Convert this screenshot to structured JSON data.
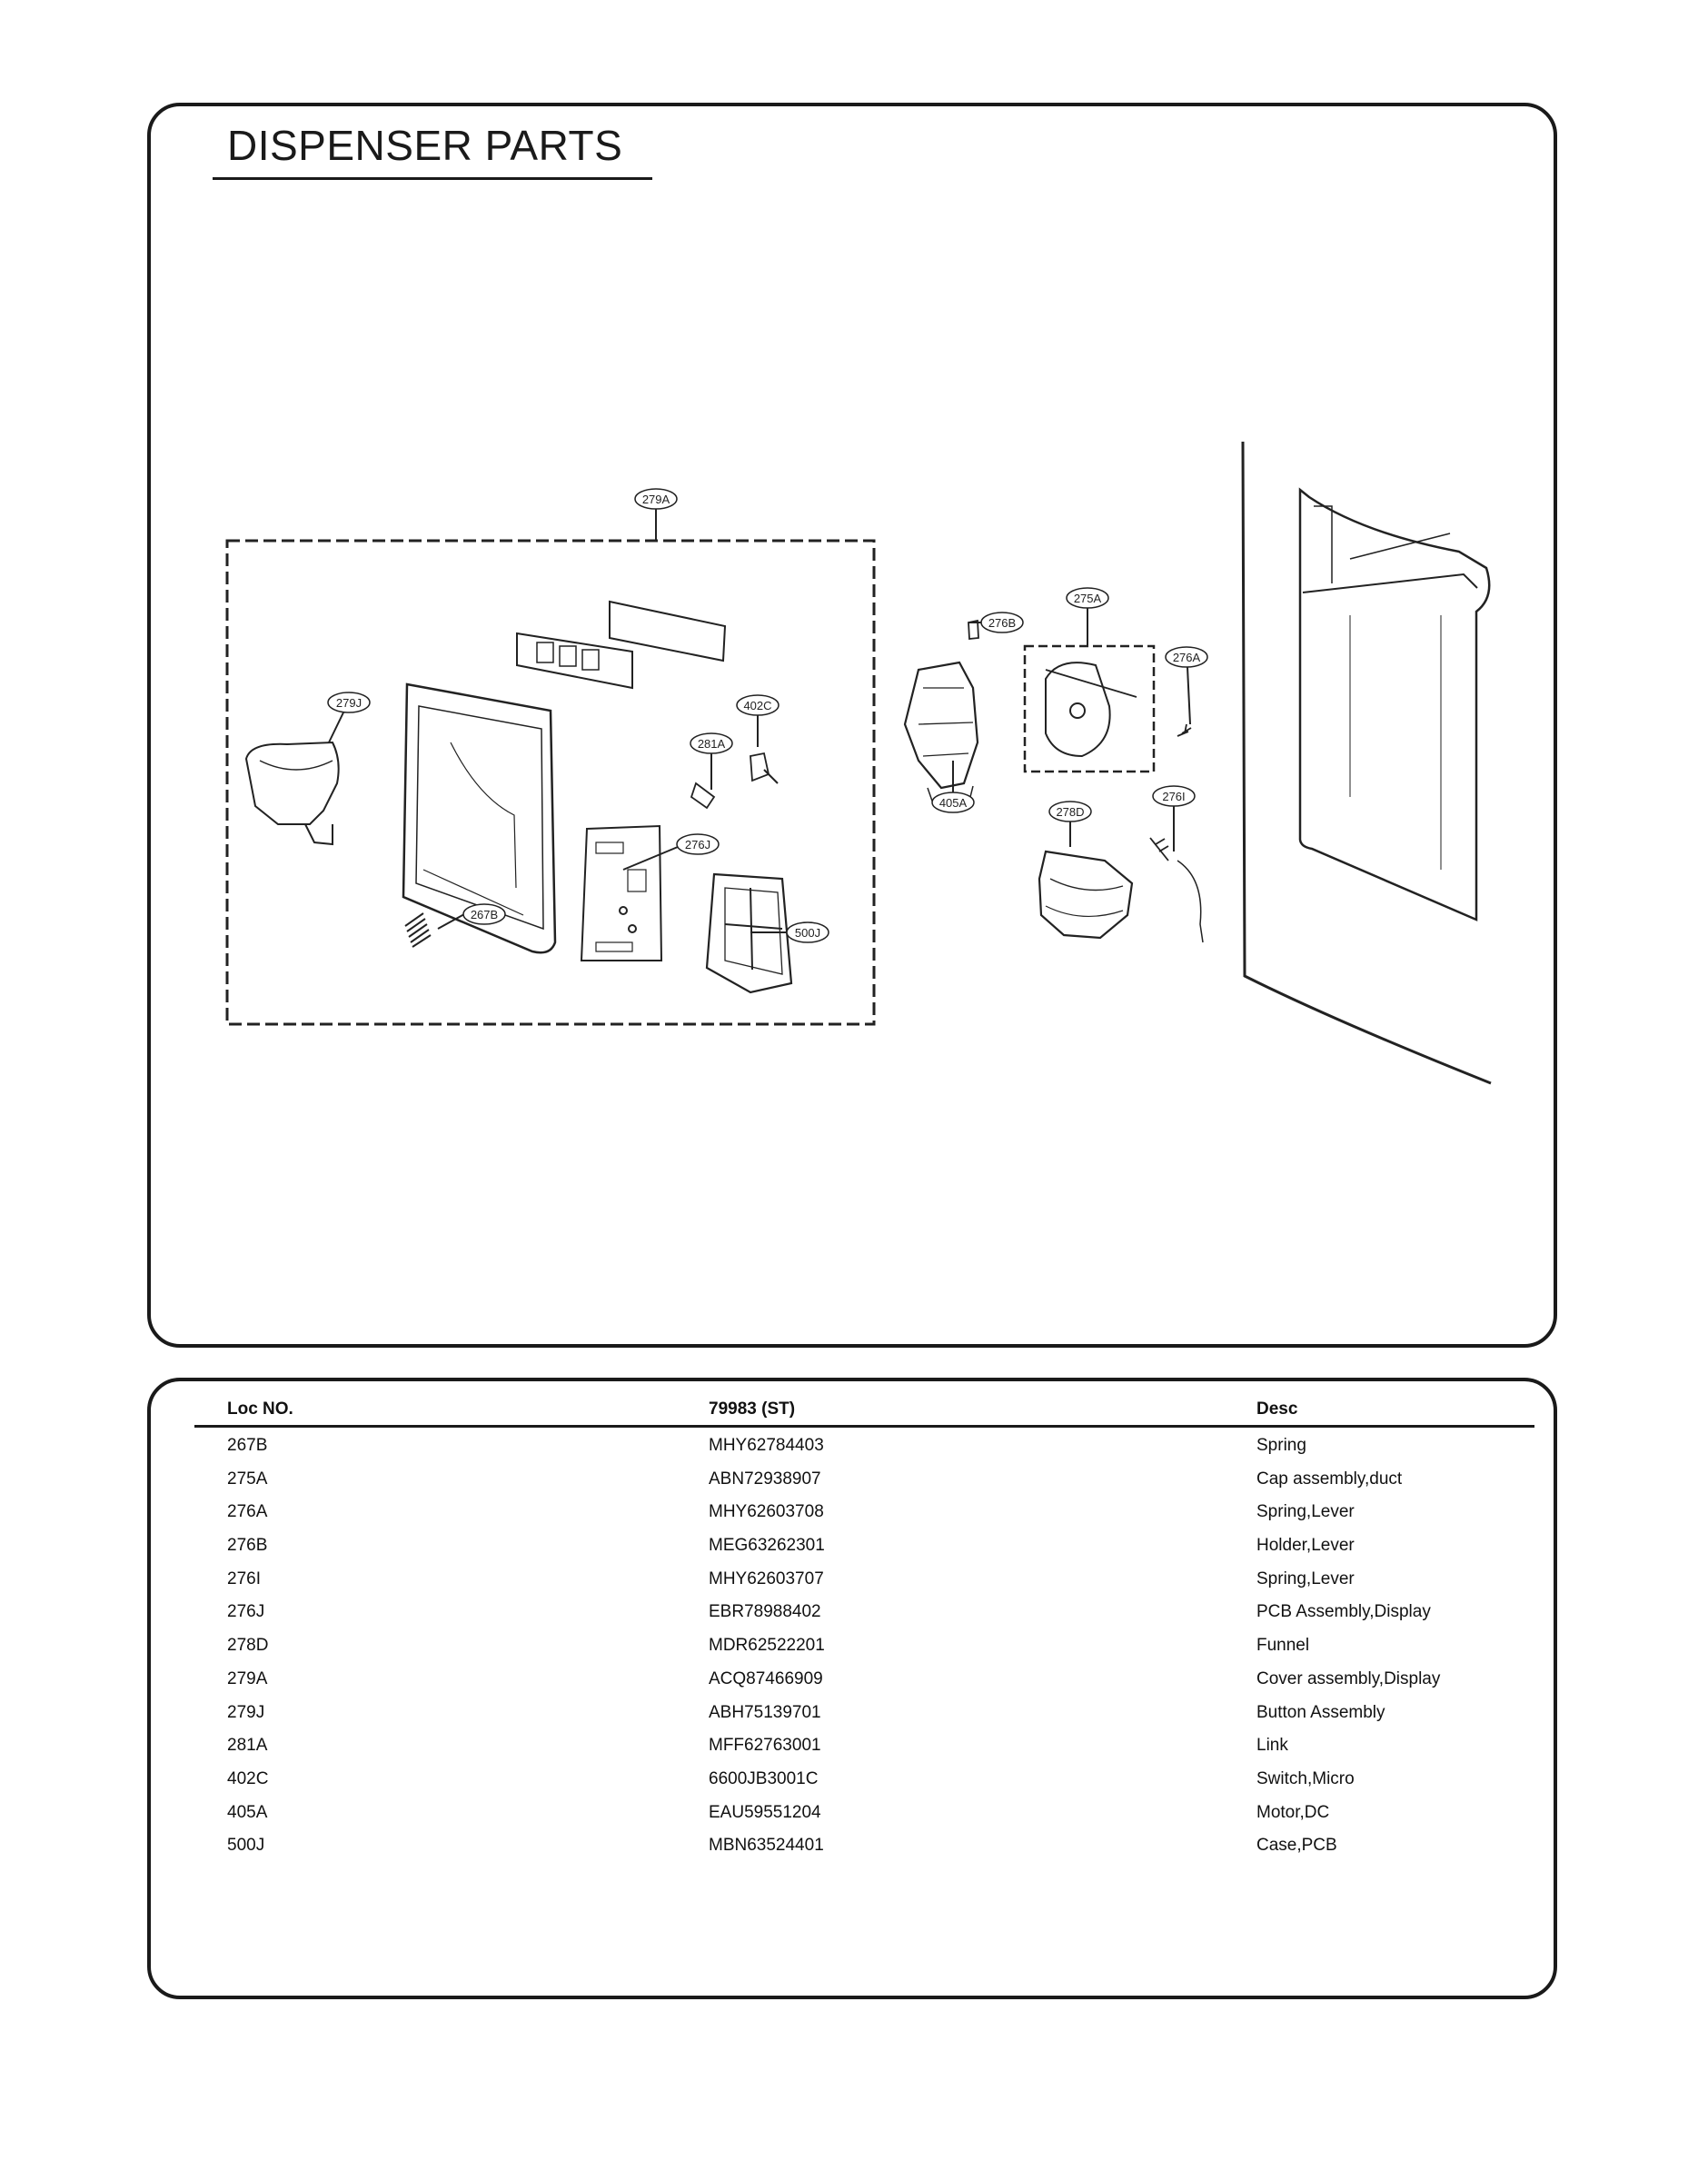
{
  "page": {
    "title": "DISPENSER PARTS"
  },
  "diagram": {
    "callouts": {
      "c279A": "279A",
      "c276B": "276B",
      "c275A": "275A",
      "c276A": "276A",
      "c279J": "279J",
      "c402C": "402C",
      "c281A": "281A",
      "c276J": "276J",
      "c405A": "405A",
      "c278D": "278D",
      "c276I": "276I",
      "c267B": "267B",
      "c500J": "500J"
    }
  },
  "parts_table": {
    "headers": [
      "Loc NO.",
      "79983 (ST)",
      "Desc"
    ],
    "rows": [
      [
        "267B",
        "MHY62784403",
        "Spring"
      ],
      [
        "275A",
        "ABN72938907",
        "Cap assembly,duct"
      ],
      [
        "276A",
        "MHY62603708",
        "Spring,Lever"
      ],
      [
        "276B",
        "MEG63262301",
        "Holder,Lever"
      ],
      [
        "276I",
        "MHY62603707",
        "Spring,Lever"
      ],
      [
        "276J",
        "EBR78988402",
        "PCB Assembly,Display"
      ],
      [
        "278D",
        "MDR62522201",
        "Funnel"
      ],
      [
        "279A",
        "ACQ87466909",
        "Cover assembly,Display"
      ],
      [
        "279J",
        "ABH75139701",
        "Button Assembly"
      ],
      [
        "281A",
        "MFF62763001",
        "Link"
      ],
      [
        "402C",
        "6600JB3001C",
        "Switch,Micro"
      ],
      [
        "405A",
        "EAU59551204",
        "Motor,DC"
      ],
      [
        "500J",
        "MBN63524401",
        "Case,PCB"
      ]
    ]
  }
}
